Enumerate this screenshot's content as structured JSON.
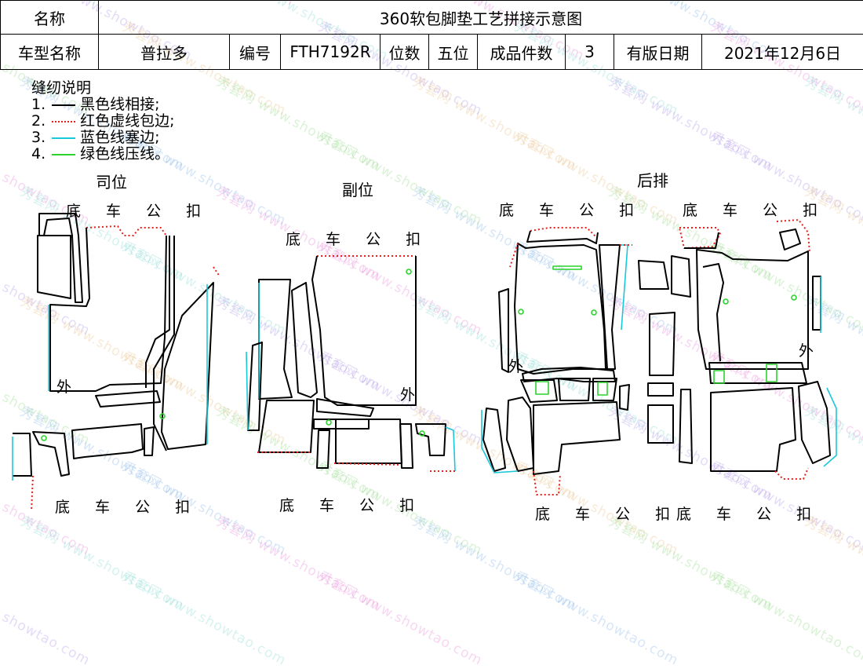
{
  "header": {
    "name_label": "名称",
    "title": "360软包脚垫工艺拼接示意图",
    "car_label": "车型名称",
    "car_value": "普拉多",
    "code_label": "编号",
    "code_value": "FTH7192R",
    "seats_label": "位数",
    "seats_value": "五位",
    "pieces_label": "成品件数",
    "pieces_value": "3",
    "date_label": "有版日期",
    "date_value": "2021年12月6日"
  },
  "legend": {
    "title": "缝纫说明",
    "items": [
      {
        "num": "1.",
        "text": "黑色线相接;",
        "color": "#000000",
        "style": "solid"
      },
      {
        "num": "2.",
        "text": "红色虚线包边;",
        "color": "#e8211c",
        "style": "dotted"
      },
      {
        "num": "3.",
        "text": "蓝色线塞边;",
        "color": "#19c8d9",
        "style": "solid"
      },
      {
        "num": "4.",
        "text": "绿色线压线。",
        "color": "#2ad42a",
        "style": "solid"
      }
    ]
  },
  "sections": {
    "driver": "司位",
    "passenger": "副位",
    "rear": "后排"
  },
  "labels": {
    "bottom_clip": "底 车 公 扣",
    "outer": "外"
  },
  "watermark": {
    "cn": "秀套网",
    "en": "www.showtao.com"
  },
  "colors": {
    "black": "#000000",
    "red": "#e8211c",
    "cyan": "#19c8d9",
    "green": "#2ad42a"
  }
}
